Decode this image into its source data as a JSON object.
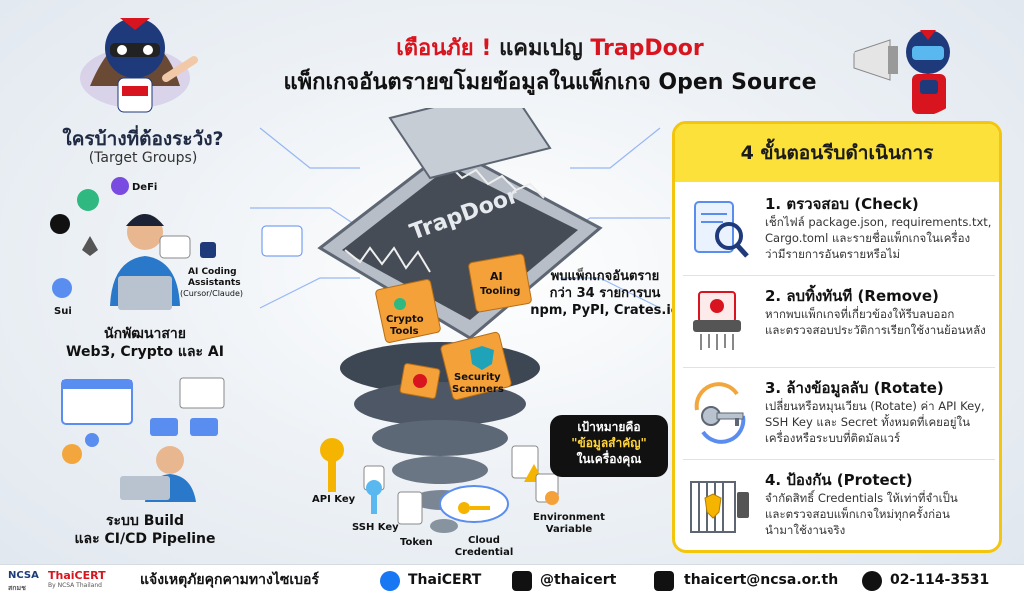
{
  "header": {
    "title_line1_red_a": "เตือนภัย !",
    "title_line1_black": "แคมเปญ",
    "title_line1_red_b": "TrapDoor",
    "title_line2": "แพ็กเกจอันตรายขโมยข้อมูลในแพ็กเกจ Open Source"
  },
  "targets": {
    "heading": "ใครบ้างที่ต้องระวัง?",
    "subheading": "(Target Groups)",
    "dev_scene": {
      "defi": "DeFi",
      "sui": "Sui",
      "ai_assist_line1": "AI Coding",
      "ai_assist_line2": "Assistants",
      "ai_assist_line3": "(Cursor/Claude)"
    },
    "dev_label_line1": "นักพัฒนาสาย",
    "dev_label_line2": "Web3, Crypto และ AI",
    "ci_label_line1": "ระบบ Build",
    "ci_label_line2": "และ CI/CD Pipeline"
  },
  "center": {
    "trap_label": "TrapDoor",
    "found_line1": "พบแพ็กเกจอันตราย",
    "found_line2": "กว่า 34 รายการบน",
    "found_line3": "npm, PyPI, Crates.io",
    "boxes": {
      "ai_tooling_1": "AI",
      "ai_tooling_2": "Tooling",
      "crypto_1": "Crypto",
      "crypto_2": "Tools",
      "security_1": "Security",
      "security_2": "Scanners"
    },
    "bubble_line1": "เป้าหมายคือ",
    "bubble_line2": "\"ข้อมูลสำคัญ\"",
    "bubble_line3": "ในเครื่องคุณ",
    "assets": {
      "api_key": "API Key",
      "ssh_key": "SSH Key",
      "token": "Token",
      "cloud_1": "Cloud",
      "cloud_2": "Credential",
      "env_1": "Environment",
      "env_2": "Variable"
    }
  },
  "steps_panel": {
    "heading": "4 ขั้นตอนรีบดำเนินการ",
    "steps": [
      {
        "title": "1. ตรวจสอบ (Check)",
        "desc_1": "เช็กไฟล์ package.json, requirements.txt,",
        "desc_2": "Cargo.toml และรายชื่อแพ็กเกจในเครื่อง",
        "desc_3": "ว่ามีรายการอันตรายหรือไม่",
        "icon": "magnifier-document-icon"
      },
      {
        "title": "2. ลบทิ้งทันที (Remove)",
        "desc_1": "หากพบแพ็กเกจที่เกี่ยวข้องให้รีบลบออก",
        "desc_2": "และตรวจสอบประวัติการเรียกใช้งานย้อนหลัง",
        "desc_3": "",
        "icon": "shredder-skull-icon"
      },
      {
        "title": "3. ล้างข้อมูลลับ (Rotate)",
        "desc_1": "เปลี่ยนหรือหมุนเวียน (Rotate) ค่า API Key,",
        "desc_2": "SSH Key และ Secret ทั้งหมดที่เคยอยู่ใน",
        "desc_3": "เครื่องหรือระบบที่ติดมัลแวร์",
        "icon": "key-rotate-icon"
      },
      {
        "title": "4. ป้องกัน (Protect)",
        "desc_1": "จำกัดสิทธิ์ Credentials ให้เท่าที่จำเป็น",
        "desc_2": "และตรวจสอบแพ็กเกจใหม่ทุกครั้งก่อน",
        "desc_3": "นำมาใช้งานจริง",
        "icon": "gate-shield-icon"
      }
    ]
  },
  "footer": {
    "ncsa": "NCSA",
    "ncsa_sub": "สกมช",
    "thaicert": "ThaiCERT",
    "thaicert_sub": "By NCSA Thailand",
    "report": "แจ้งเหตุภัยคุกคามทางไซเบอร์",
    "facebook": "ThaiCERT",
    "line": "@thaicert",
    "email": "thaicert@ncsa.or.th",
    "phone": "02-114-3531"
  },
  "colors": {
    "alert_red": "#d8141e",
    "panel_yellow": "#fbe13a",
    "panel_border": "#f3c60d"
  }
}
